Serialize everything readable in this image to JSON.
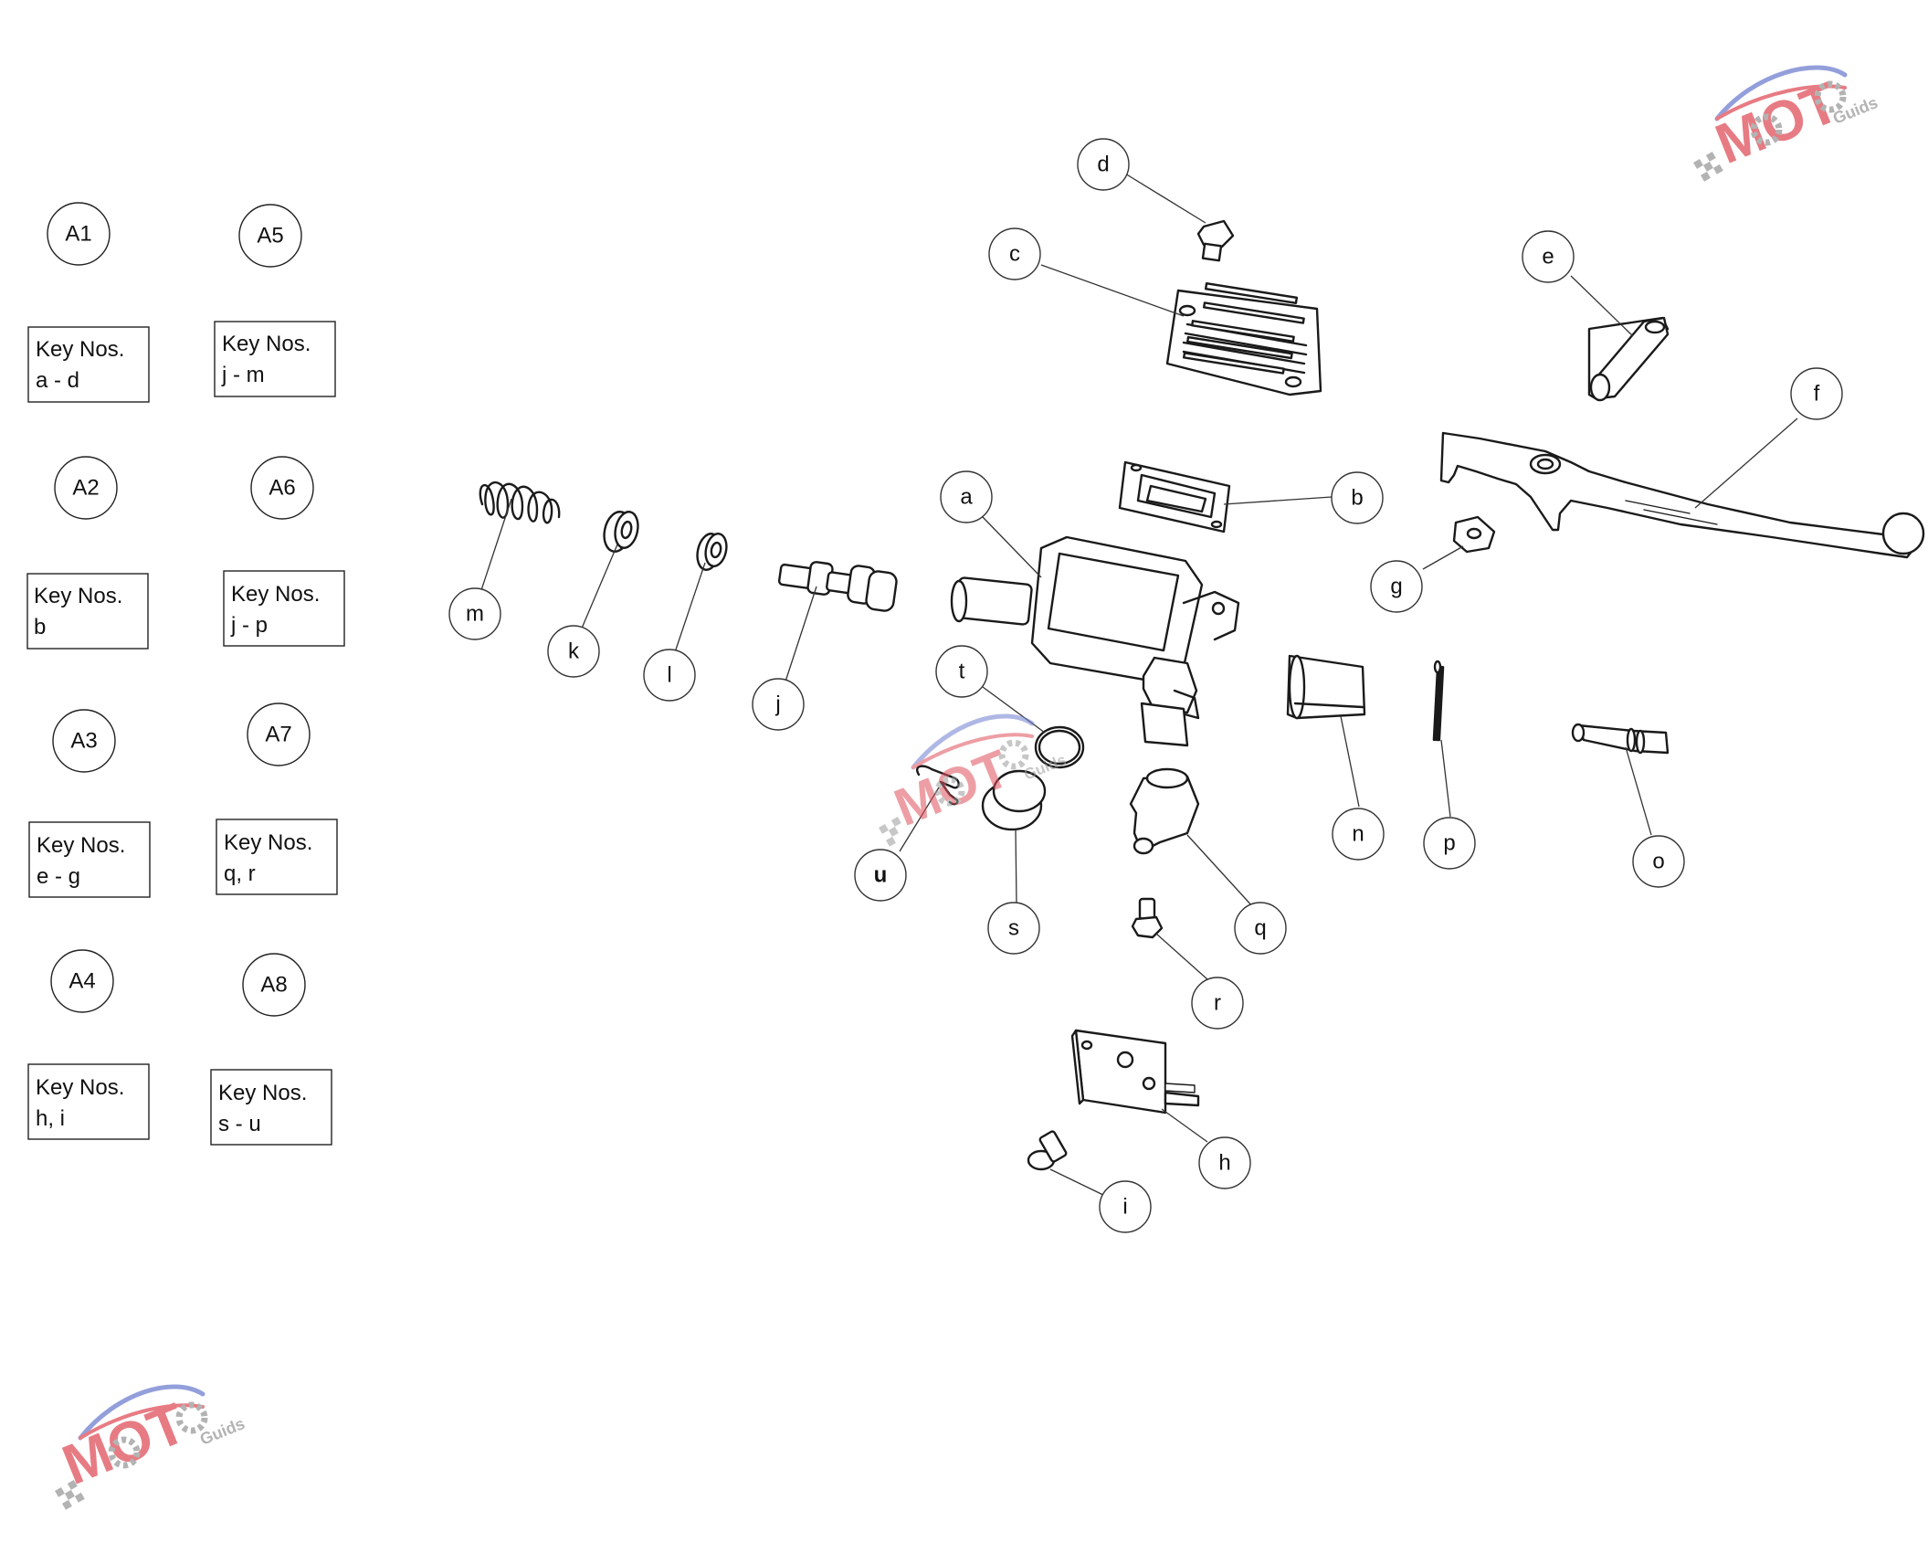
{
  "assemblies": [
    {
      "id": "A1",
      "key_line1": "Key Nos.",
      "key_line2": "a - d"
    },
    {
      "id": "A2",
      "key_line1": "Key Nos.",
      "key_line2": "b"
    },
    {
      "id": "A3",
      "key_line1": "Key Nos.",
      "key_line2": "e - g"
    },
    {
      "id": "A4",
      "key_line1": "Key Nos.",
      "key_line2": "h, i"
    },
    {
      "id": "A5",
      "key_line1": "Key Nos.",
      "key_line2": "j - m"
    },
    {
      "id": "A6",
      "key_line1": "Key Nos.",
      "key_line2": "j - p"
    },
    {
      "id": "A7",
      "key_line1": "Key Nos.",
      "key_line2": "q, r"
    },
    {
      "id": "A8",
      "key_line1": "Key Nos.",
      "key_line2": "s - u"
    }
  ],
  "callouts": [
    "a",
    "b",
    "c",
    "d",
    "e",
    "f",
    "g",
    "h",
    "i",
    "j",
    "k",
    "l",
    "m",
    "n",
    "o",
    "p",
    "q",
    "r",
    "s",
    "t",
    "u"
  ],
  "watermark": {
    "brand": "MOT",
    "tagline": "Guids",
    "colors": {
      "red": "#e0505a",
      "blue": "#6f7fd0",
      "gray": "#9a9a9a"
    }
  },
  "icons": [
    "gear-icon",
    "checkered-flag-icon"
  ]
}
